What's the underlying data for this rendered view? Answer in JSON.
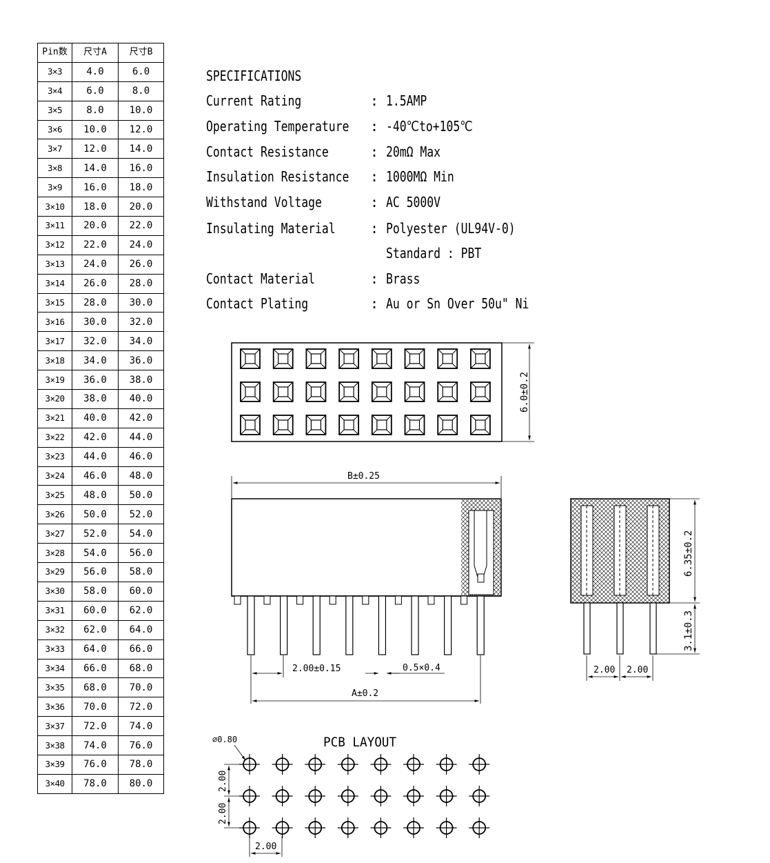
{
  "table": {
    "headers": [
      "Pin数",
      "尺寸A",
      "尺寸B"
    ],
    "rows": [
      [
        "3×3",
        "4.0",
        "6.0"
      ],
      [
        "3×4",
        "6.0",
        "8.0"
      ],
      [
        "3×5",
        "8.0",
        "10.0"
      ],
      [
        "3×6",
        "10.0",
        "12.0"
      ],
      [
        "3×7",
        "12.0",
        "14.0"
      ],
      [
        "3×8",
        "14.0",
        "16.0"
      ],
      [
        "3×9",
        "16.0",
        "18.0"
      ],
      [
        "3×10",
        "18.0",
        "20.0"
      ],
      [
        "3×11",
        "20.0",
        "22.0"
      ],
      [
        "3×12",
        "22.0",
        "24.0"
      ],
      [
        "3×13",
        "24.0",
        "26.0"
      ],
      [
        "3×14",
        "26.0",
        "28.0"
      ],
      [
        "3×15",
        "28.0",
        "30.0"
      ],
      [
        "3×16",
        "30.0",
        "32.0"
      ],
      [
        "3×17",
        "32.0",
        "34.0"
      ],
      [
        "3×18",
        "34.0",
        "36.0"
      ],
      [
        "3×19",
        "36.0",
        "38.0"
      ],
      [
        "3×20",
        "38.0",
        "40.0"
      ],
      [
        "3×21",
        "40.0",
        "42.0"
      ],
      [
        "3×22",
        "42.0",
        "44.0"
      ],
      [
        "3×23",
        "44.0",
        "46.0"
      ],
      [
        "3×24",
        "46.0",
        "48.0"
      ],
      [
        "3×25",
        "48.0",
        "50.0"
      ],
      [
        "3×26",
        "50.0",
        "52.0"
      ],
      [
        "3×27",
        "52.0",
        "54.0"
      ],
      [
        "3×28",
        "54.0",
        "56.0"
      ],
      [
        "3×29",
        "56.0",
        "58.0"
      ],
      [
        "3×30",
        "58.0",
        "60.0"
      ],
      [
        "3×31",
        "60.0",
        "62.0"
      ],
      [
        "3×32",
        "62.0",
        "64.0"
      ],
      [
        "3×33",
        "64.0",
        "66.0"
      ],
      [
        "3×34",
        "66.0",
        "68.0"
      ],
      [
        "3×35",
        "68.0",
        "70.0"
      ],
      [
        "3×36",
        "70.0",
        "72.0"
      ],
      [
        "3×37",
        "72.0",
        "74.0"
      ],
      [
        "3×38",
        "74.0",
        "76.0"
      ],
      [
        "3×39",
        "76.0",
        "78.0"
      ],
      [
        "3×40",
        "78.0",
        "80.0"
      ]
    ]
  },
  "specs": {
    "title": "SPECIFICATIONS",
    "items": [
      {
        "label": "Current Rating",
        "value": "1.5AMP"
      },
      {
        "label": "Operating Temperature",
        "value": "-40℃to+105℃"
      },
      {
        "label": "Contact Resistance",
        "value": "20mΩ Max"
      },
      {
        "label": "Insulation Resistance",
        "value": "1000MΩ Min"
      },
      {
        "label": "Withstand Voltage",
        "value": "AC 5000V"
      },
      {
        "label": "Insulating Material",
        "value": "Polyester (UL94V-0)"
      },
      {
        "label": "",
        "value": "Standard : PBT"
      },
      {
        "label": "Contact Material",
        "value": "Brass"
      },
      {
        "label": "Contact Plating",
        "value": "Au or Sn Over 50u\" Ni"
      }
    ]
  },
  "drawing": {
    "top_view": {
      "rows": 3,
      "cols": 8,
      "height_dim": "6.0±0.2"
    },
    "front_view": {
      "b_dim": "B±0.25",
      "pitch_dim": "2.00±0.15",
      "pin_dim": "0.5×0.4",
      "a_dim": "A±0.2",
      "pin_count": 8
    },
    "side_view": {
      "height_dim": "6.35±0.2",
      "tail_dim": "3.1±0.3",
      "pitch_1": "2.00",
      "pitch_2": "2.00"
    },
    "pcb_layout": {
      "title": "PCB LAYOUT",
      "hole_dim": "⌀0.80",
      "v_pitch_1": "2.00",
      "v_pitch_2": "2.00",
      "h_pitch": "2.00",
      "rows": 3,
      "cols": 8
    }
  }
}
